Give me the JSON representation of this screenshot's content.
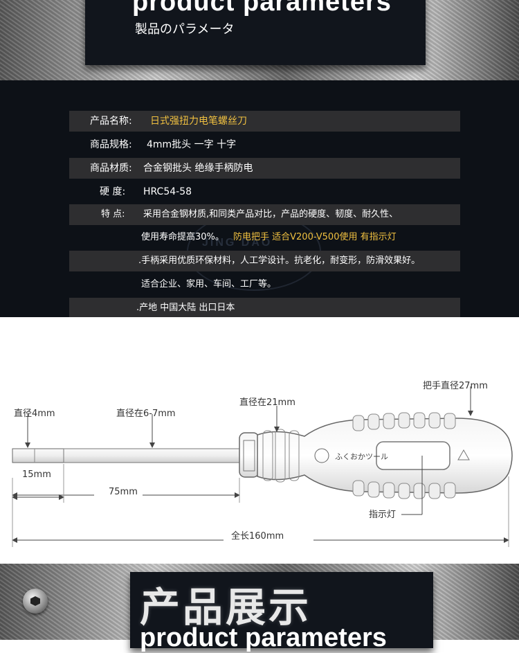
{
  "header": {
    "title_en": "product parameters",
    "title_jp": "製品のパラメータ"
  },
  "watermark": {
    "text": "JING DAO"
  },
  "specs": [
    {
      "label": "产品名称:",
      "value": "日式强扭力电笔螺丝刀"
    },
    {
      "label": "商品规格:",
      "value": "4mm批头   一字   十字"
    },
    {
      "label": "商品材质:",
      "value": "合金钢批头  绝缘手柄防电"
    },
    {
      "label": "硬    度:",
      "value": "HRC54-58"
    },
    {
      "label": "特    点:",
      "value": "采用合金钢材质,和同类产品对比，产品的硬度、韧度、耐久性、"
    },
    {
      "value": "使用寿命提高30%。",
      "value_highlight": "防电把手 适合V200-V500使用  有指示灯"
    },
    {
      "value": ".手柄采用优质环保材料，人工学设计。抗老化，耐变形，防滑效果好。"
    },
    {
      "value": "适合企业、家用、车间、工厂等。"
    },
    {
      "value": ".产地 中国大陆  出口日本"
    }
  ],
  "diagram": {
    "handle_diameter": "把手直径27mm",
    "tip_diameter": "直径4mm",
    "shaft_diameter": "直径在6-7mm",
    "collar_diameter": "直径在21mm",
    "tip_length": "15mm",
    "shaft_length": "75mm",
    "total_length": "全长160mm",
    "indicator": "指示灯",
    "handle_print": "ふくおかツール"
  },
  "footer": {
    "title_cn": "产品展示",
    "title_en": "product parameters"
  }
}
